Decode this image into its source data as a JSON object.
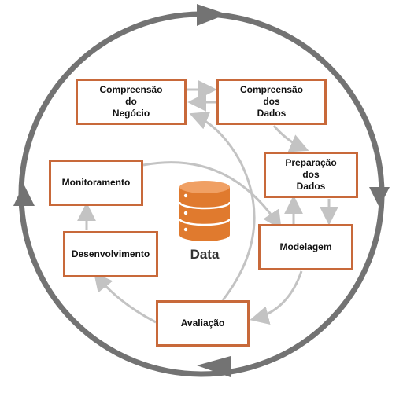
{
  "colors": {
    "outer_cycle": "#737373",
    "inner_arrows": "#c3c3c3",
    "box_border": "#c8693a",
    "database": "#e07a2e"
  },
  "phases": {
    "business_understanding": "Compreensão\ndo\nNegócio",
    "data_understanding": "Compreensão\ndos\nDados",
    "data_preparation": "Preparação\ndos\nDados",
    "modeling": "Modelagem",
    "evaluation": "Avaliação",
    "deployment": "Desenvolvimento",
    "monitoring": "Monitoramento"
  },
  "center": {
    "label": "Data",
    "icon": "database-icon"
  }
}
